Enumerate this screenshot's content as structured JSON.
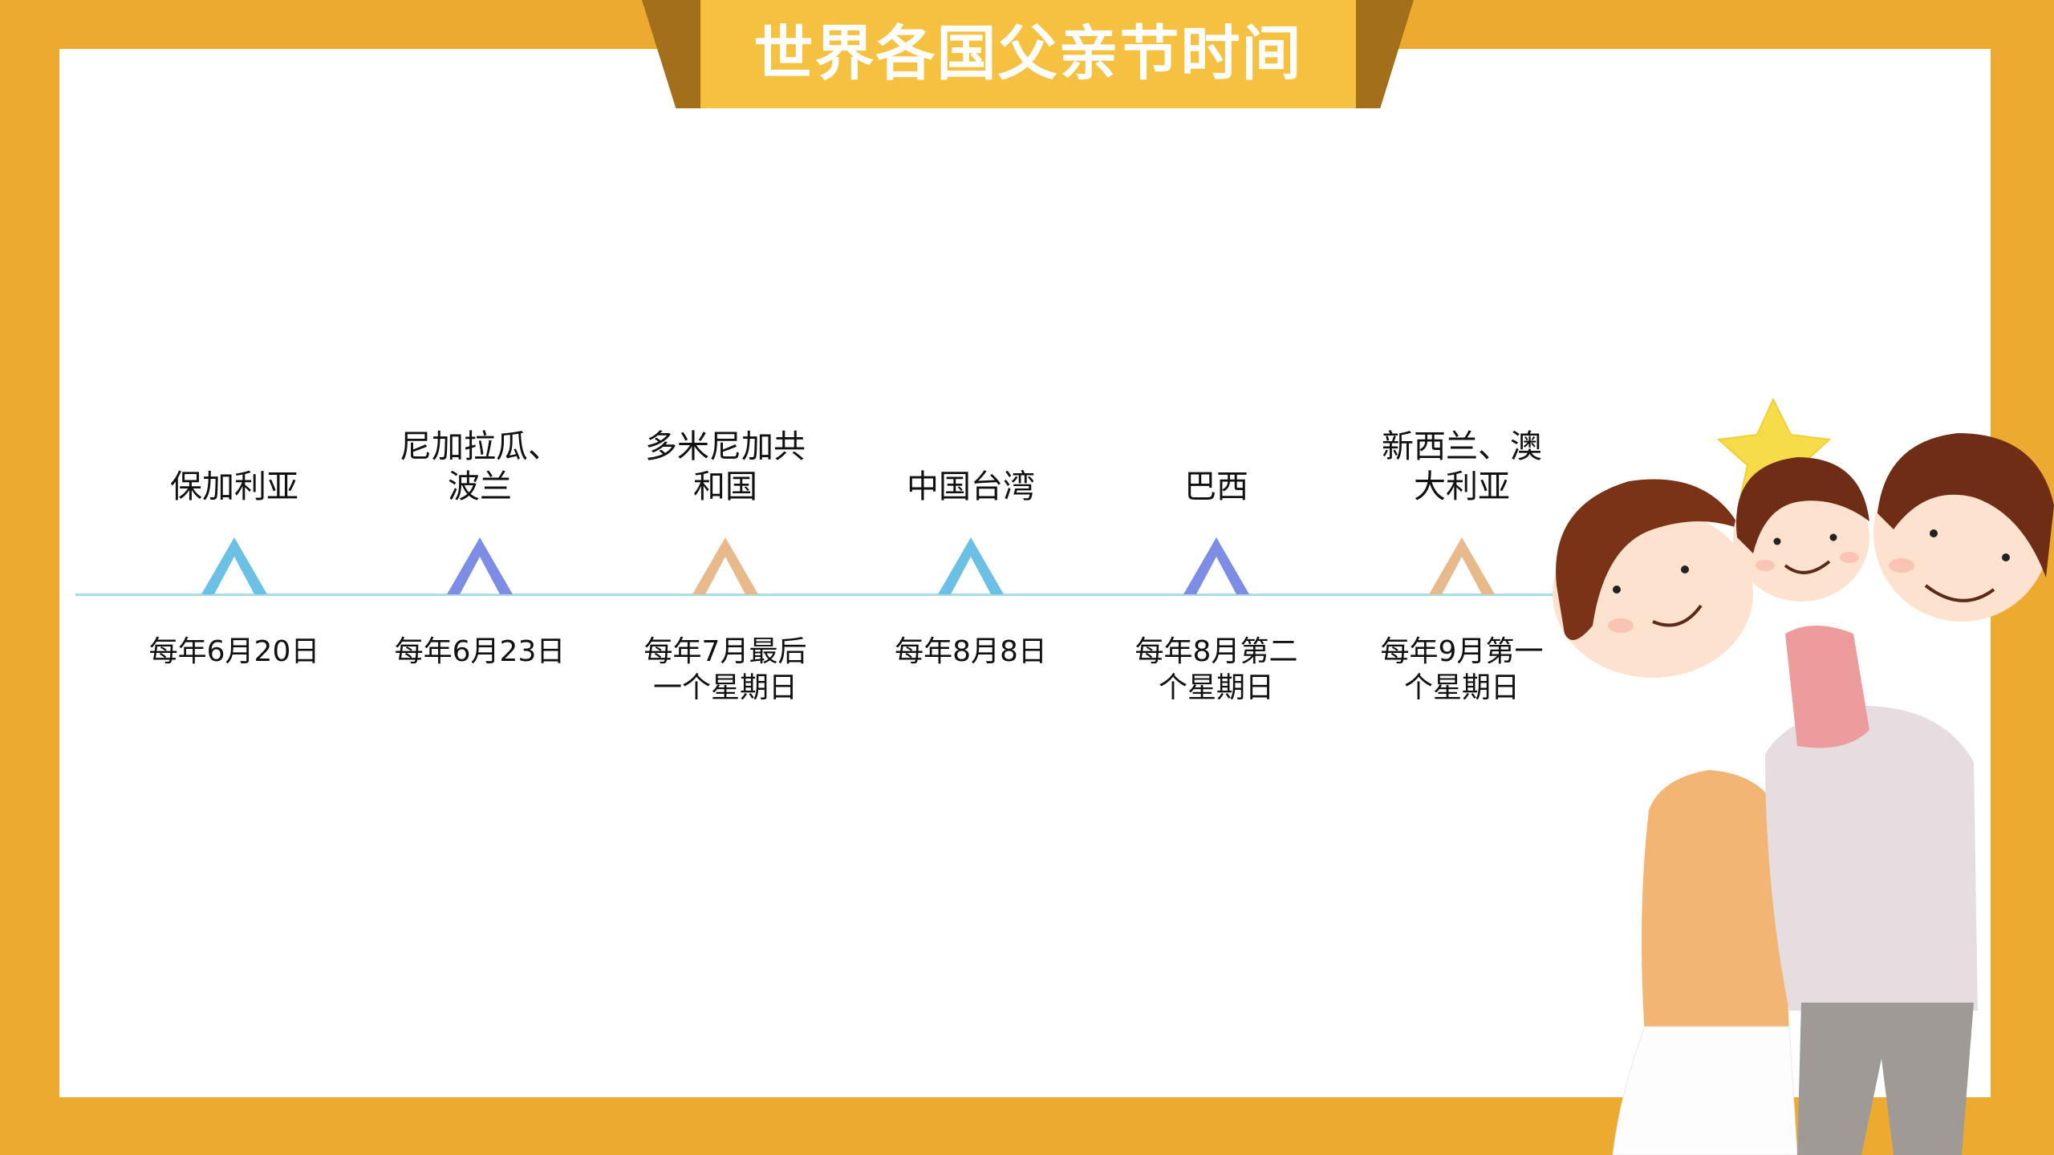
{
  "title": "世界各国父亲节时间",
  "colors": {
    "frame": "#ecaa31",
    "banner": "#f6c040",
    "banner_flap": "#a36f1a",
    "line": "#a8dde8",
    "marker_blue": "#6cc0e6",
    "marker_periwinkle": "#7d8de6",
    "marker_tan": "#e8b98a"
  },
  "timeline": [
    {
      "country_lines": [
        "保加利亚"
      ],
      "date_lines": [
        "每年6月20日"
      ],
      "marker_color": "#6cc0e6"
    },
    {
      "country_lines": [
        "尼加拉瓜、",
        "波兰"
      ],
      "date_lines": [
        "每年6月23日"
      ],
      "marker_color": "#7d8de6"
    },
    {
      "country_lines": [
        "多米尼加共",
        "和国"
      ],
      "date_lines": [
        "每年7月最后",
        "一个星期日"
      ],
      "marker_color": "#e8b98a"
    },
    {
      "country_lines": [
        "中国台湾"
      ],
      "date_lines": [
        "每年8月8日"
      ],
      "marker_color": "#6cc0e6"
    },
    {
      "country_lines": [
        "巴西"
      ],
      "date_lines": [
        "每年8月第二",
        "个星期日"
      ],
      "marker_color": "#7d8de6"
    },
    {
      "country_lines": [
        "新西兰、澳",
        "大利亚"
      ],
      "date_lines": [
        "每年9月第一",
        "个星期日"
      ],
      "marker_color": "#e8b98a"
    }
  ],
  "illustration": {
    "label": "family-with-star-balloon"
  }
}
